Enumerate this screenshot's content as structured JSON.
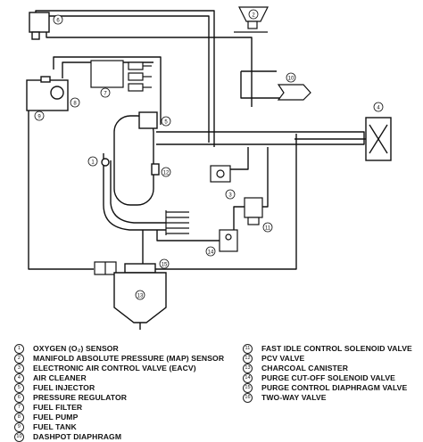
{
  "diagram": {
    "callouts": [
      "1",
      "2",
      "3",
      "4",
      "5",
      "6",
      "7",
      "8",
      "9",
      "10",
      "11",
      "12",
      "13",
      "14",
      "15"
    ]
  },
  "legend": {
    "left": [
      {
        "num": "1",
        "label": "OXYGEN (O₂) SENSOR"
      },
      {
        "num": "2",
        "label": "MANIFOLD ABSOLUTE PRESSURE (MAP) SENSOR"
      },
      {
        "num": "3",
        "label": "ELECTRONIC AIR CONTROL VALVE (EACV)"
      },
      {
        "num": "4",
        "label": "AIR CLEANER"
      },
      {
        "num": "5",
        "label": "FUEL INJECTOR"
      },
      {
        "num": "6",
        "label": "PRESSURE REGULATOR"
      },
      {
        "num": "7",
        "label": "FUEL FILTER"
      },
      {
        "num": "8",
        "label": "FUEL PUMP"
      },
      {
        "num": "9",
        "label": "FUEL TANK"
      },
      {
        "num": "10",
        "label": "DASHPOT DIAPHRAGM"
      }
    ],
    "right": [
      {
        "num": "11",
        "label": "FAST IDLE CONTROL SOLENOID VALVE"
      },
      {
        "num": "12",
        "label": "PCV VALVE"
      },
      {
        "num": "13",
        "label": "CHARCOAL CANISTER"
      },
      {
        "num": "14",
        "label": "PURGE CUT-OFF SOLENOID VALVE"
      },
      {
        "num": "15",
        "label": "PURGE CONTROL DIAPHRAGM VALVE"
      },
      {
        "num": "16",
        "label": "TWO-WAY VALVE"
      }
    ]
  }
}
